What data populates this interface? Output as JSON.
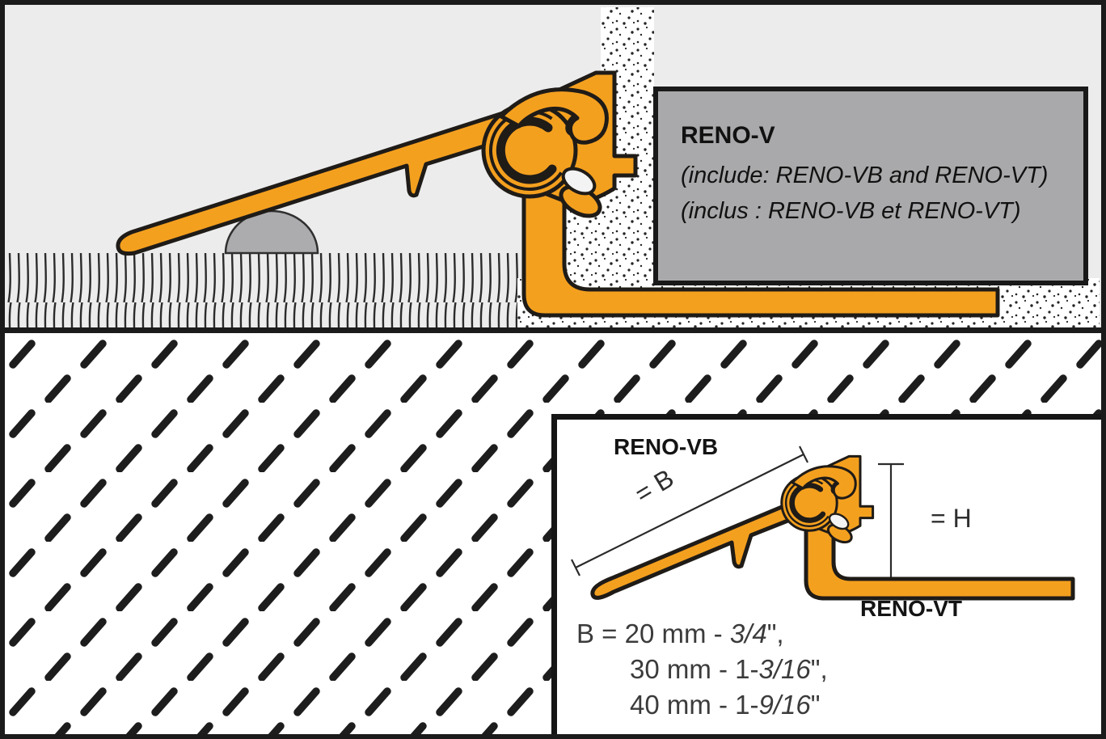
{
  "colors": {
    "profile_orange": "#F4A01F",
    "outline_black": "#1f1b17",
    "label_box_gray": "#A9A9AB",
    "background_light_gray": "#ECECED",
    "carpet_edge_gray": "#ACACAF"
  },
  "label_box": {
    "title": "RENO-V",
    "line_en": "(include: RENO-VB and RENO-VT)",
    "line_fr": "(inclus : RENO-VB et RENO-VT)"
  },
  "inset": {
    "part_top_label": "RENO-VB",
    "part_bottom_label": "RENO-VT",
    "dim_width_label": "= B",
    "dim_height_label": "= H",
    "sizes": {
      "lines": [
        {
          "pre": "B = 20 mm - ",
          "frac": "3/4",
          "post": "\","
        },
        {
          "pre": "30 mm - 1-",
          "frac": "3/16",
          "post": "\","
        },
        {
          "pre": "40 mm - 1-",
          "frac": "9/16",
          "post": "\""
        }
      ]
    }
  }
}
